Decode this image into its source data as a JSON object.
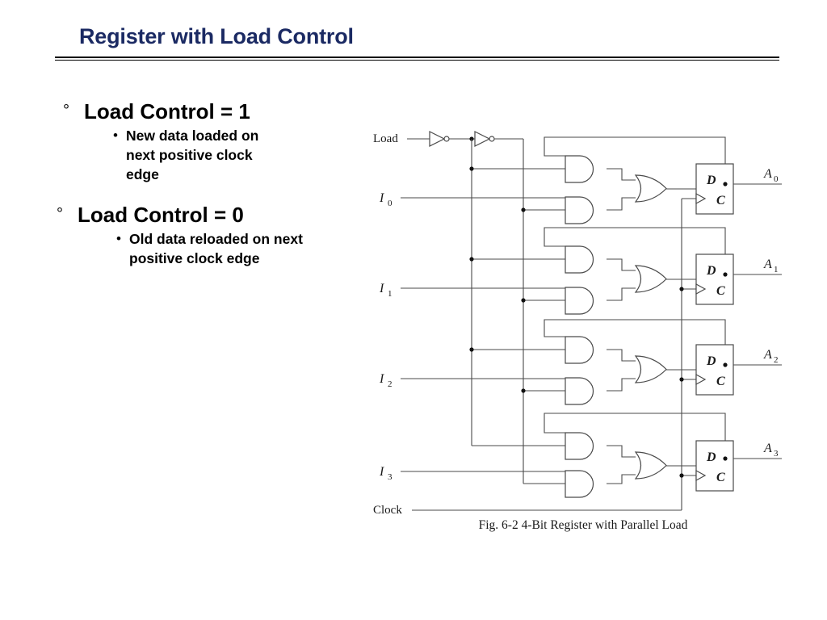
{
  "slide": {
    "title": "Register with Load Control"
  },
  "bullets": [
    {
      "marker": "°",
      "text": "Load Control = 1",
      "sub": [
        {
          "marker": "•",
          "text": "New data loaded on next positive clock edge"
        }
      ]
    },
    {
      "marker": "°",
      "text": "Load Control = 0",
      "sub": [
        {
          "marker": "•",
          "text": " Old data reloaded on next positive clock edge"
        }
      ]
    }
  ],
  "figure": {
    "caption": "Fig. 6-2  4-Bit Register with Parallel Load",
    "inputs": {
      "load": "Load",
      "clock": "Clock",
      "data": [
        "I",
        "I",
        "I",
        "I"
      ],
      "data_subscripts": [
        "0",
        "1",
        "2",
        "3"
      ]
    },
    "outputs": {
      "labels": [
        "A",
        "A",
        "A",
        "A"
      ],
      "subscripts": [
        "0",
        "1",
        "2",
        "3"
      ]
    },
    "flipflop": {
      "d_label": "D",
      "c_label": "C"
    },
    "gates": {
      "inverter_count": 2,
      "and_count": 8,
      "or_count": 4,
      "ff_count": 4
    },
    "colors": {
      "wire": "#4a4a4a",
      "text": "#1a1a1a",
      "background": "#ffffff"
    }
  },
  "theme": {
    "title_color": "#1b2a63",
    "body_color": "#000000",
    "background": "#ffffff"
  }
}
